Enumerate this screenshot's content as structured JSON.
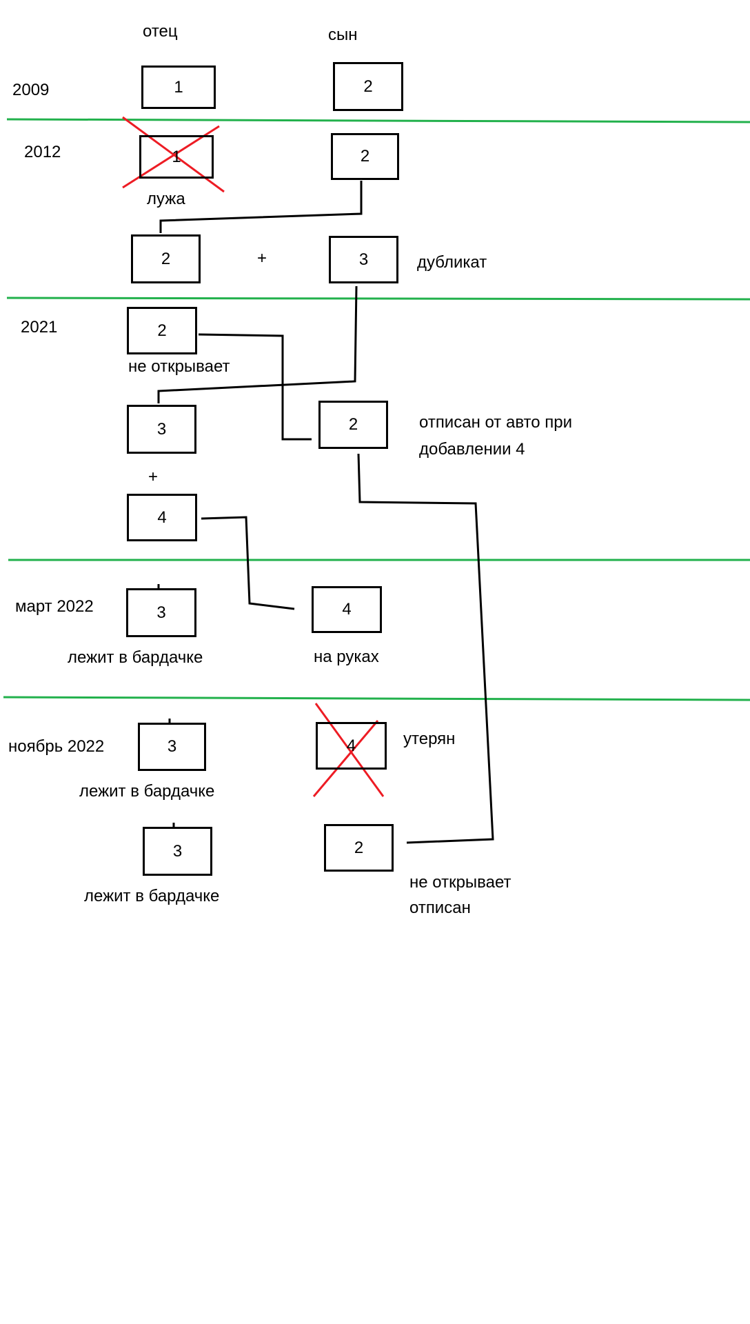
{
  "headers": {
    "father": "отец",
    "son": "сын"
  },
  "periods": {
    "p2009": "2009",
    "p2012": "2012",
    "p2021": "2021",
    "mar2022": "март 2022",
    "nov2022": "ноябрь 2022"
  },
  "boxes": {
    "b2009_father": "1",
    "b2009_son": "2",
    "b2012_father": "1",
    "b2012_son": "2",
    "b2012_father_new": "2",
    "b2012_son_new": "3",
    "b2021_father_old": "2",
    "b2021_father_a": "3",
    "b2021_father_b": "4",
    "b2021_son": "2",
    "bmar_father": "3",
    "bmar_son": "4",
    "bnov_father": "3",
    "bnov_son": "4",
    "bnov_father2": "3",
    "bnov_son2": "2"
  },
  "notes": {
    "puddle": "лужа",
    "plus1": "+",
    "duplicate": "дубликат",
    "not_opening": "не открывает",
    "plus2": "+",
    "unlinked_line1": "отписан от авто при",
    "unlinked_line2": "добавлении 4",
    "in_glovebox1": "лежит в бардачке",
    "on_hand": "на руках",
    "in_glovebox2": "лежит в бардачке",
    "lost": "утерян",
    "in_glovebox3": "лежит в бардачке",
    "not_opening2": "не открывает",
    "unlinked": "отписан"
  },
  "colors": {
    "divider": "#22b14c",
    "cross": "#ed1c24",
    "ink": "#000000"
  }
}
